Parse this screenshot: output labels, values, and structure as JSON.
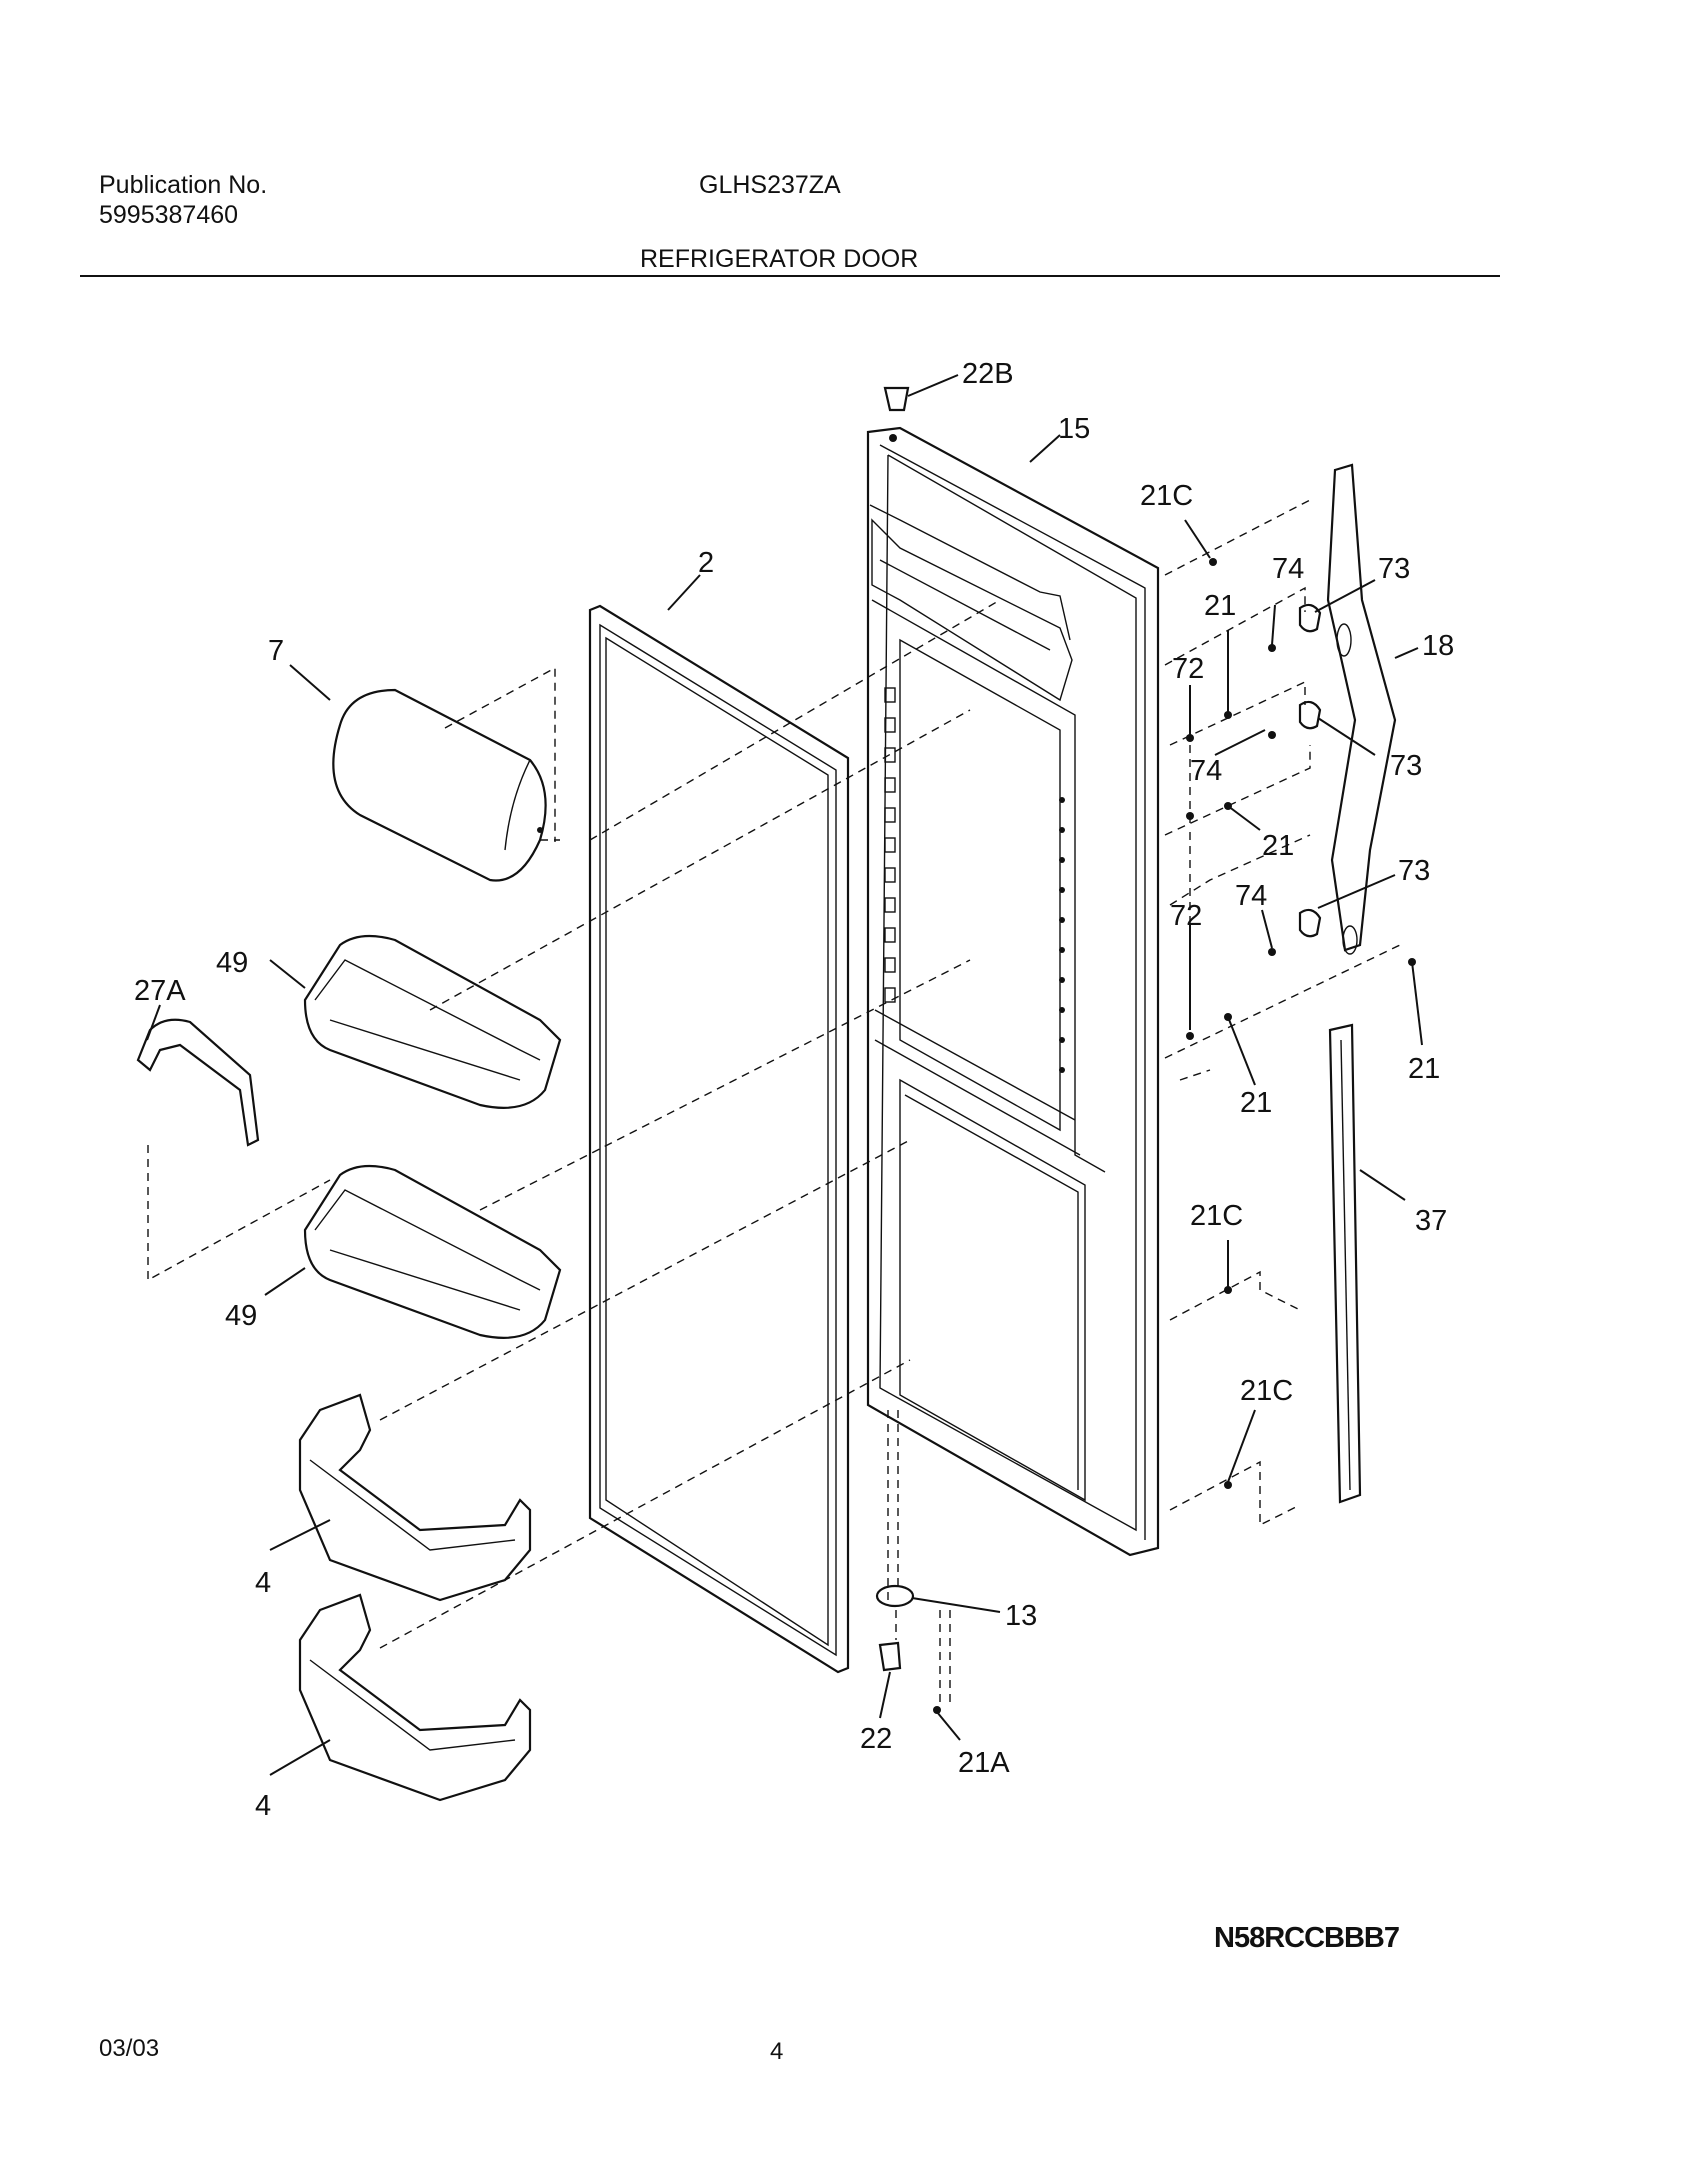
{
  "header": {
    "publication_label": "Publication No.",
    "publication_number": "5995387460",
    "model": "GLHS237ZA",
    "section_title": "REFRIGERATOR DOOR"
  },
  "diagram_code": "N58RCCBBB7",
  "footer": {
    "date": "03/03",
    "page": "4"
  },
  "callouts": [
    "22B",
    "15",
    "21C",
    "2",
    "7",
    "74",
    "73",
    "21",
    "18",
    "72",
    "74",
    "73",
    "21",
    "72",
    "74",
    "73",
    "27A",
    "49",
    "21",
    "21",
    "21C",
    "37",
    "49",
    "21C",
    "4",
    "13",
    "22",
    "21A",
    "4"
  ]
}
